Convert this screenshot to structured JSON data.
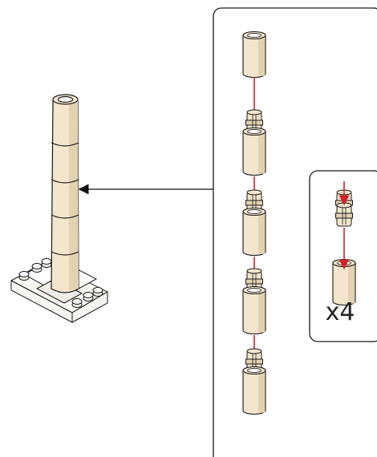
{
  "step": {
    "subassembly_count_label": "x4"
  },
  "parts": {
    "tube_icon": "cylinder-tube",
    "pin_icon": "connector-pin",
    "base_icon": "base-plate"
  },
  "colors": {
    "tube": "#F3E6CC",
    "tube_shade": "#E3D2B0",
    "outline": "#1a1a1a",
    "insert_arrow": "#d1232a",
    "pointer_arrow": "#111111",
    "base": "#f7f6f2"
  }
}
